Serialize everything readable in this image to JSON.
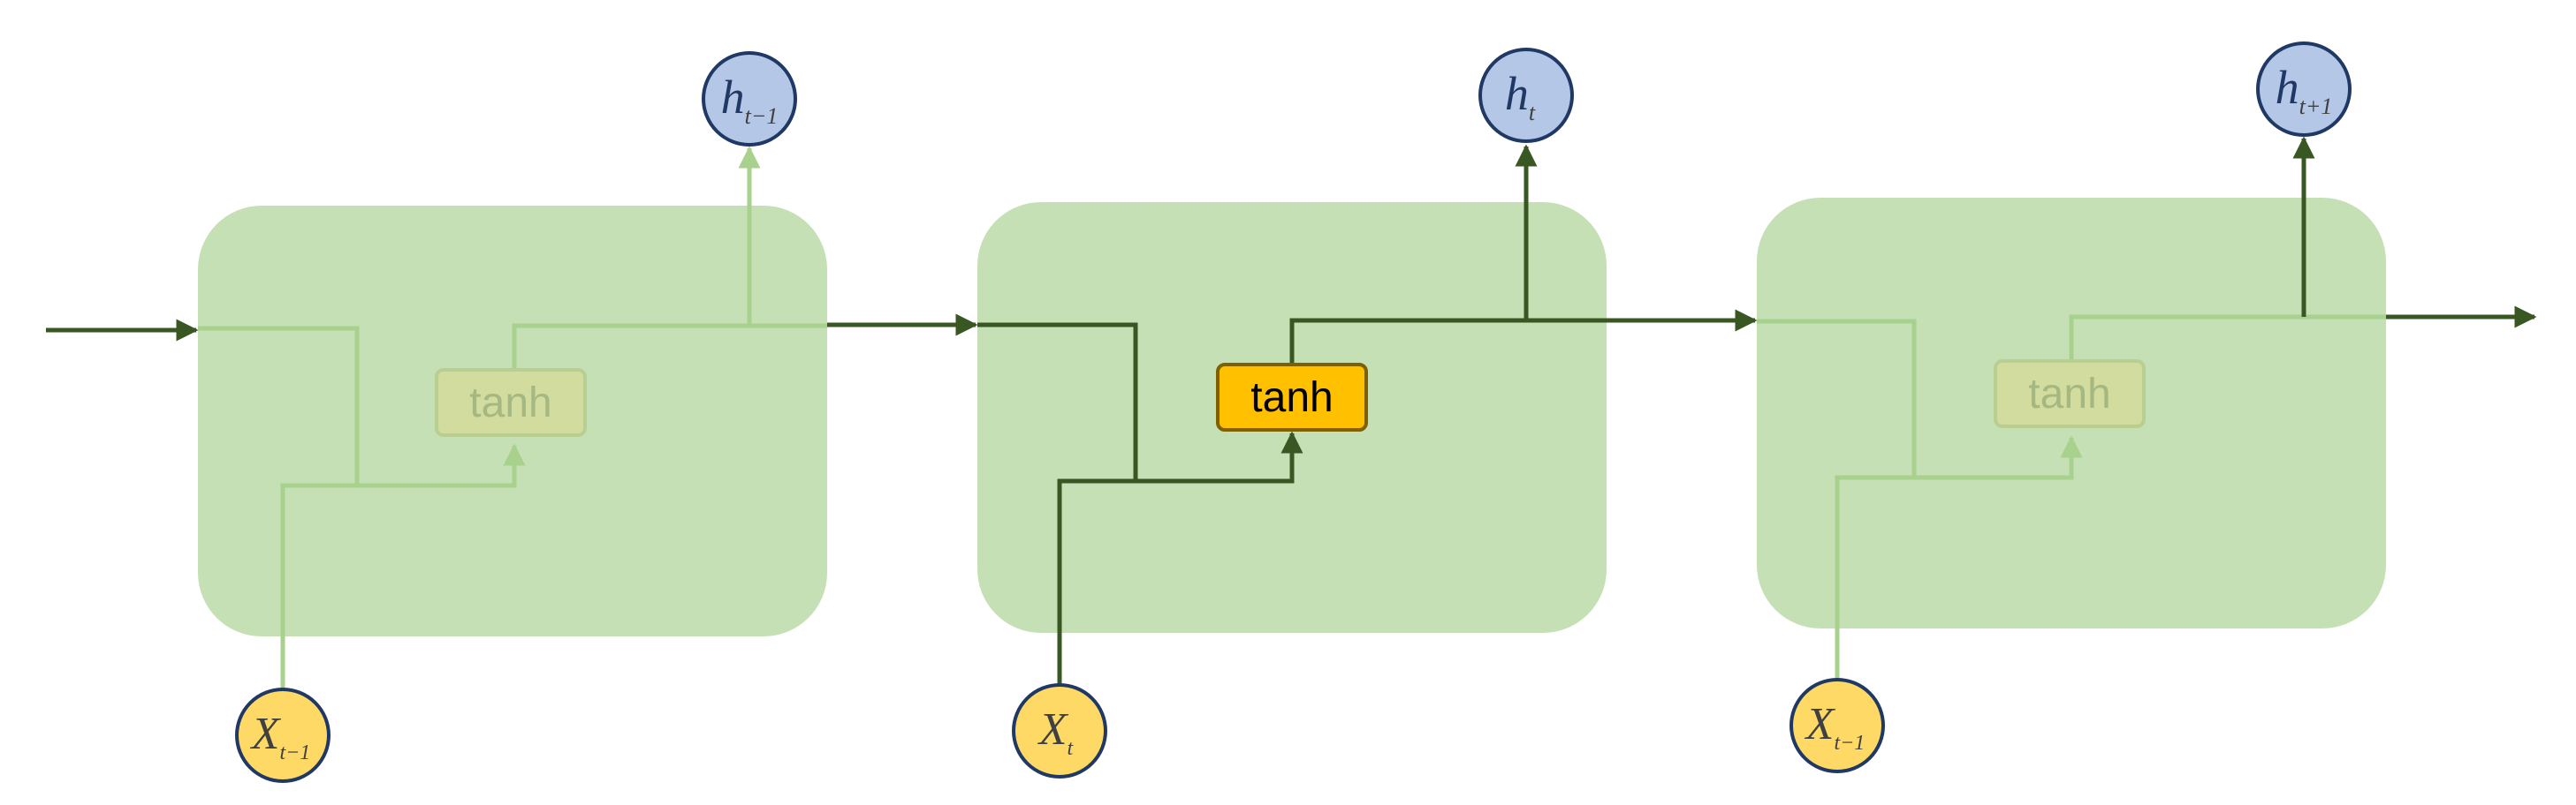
{
  "cells": [
    {
      "id": "cell-prev",
      "active": false,
      "gate_label": "tanh",
      "output": {
        "symbol": "h",
        "subscript": "t−1"
      },
      "input": {
        "symbol": "X",
        "subscript": "t−1"
      }
    },
    {
      "id": "cell-current",
      "active": true,
      "gate_label": "tanh",
      "output": {
        "symbol": "h",
        "subscript": "t"
      },
      "input": {
        "symbol": "X",
        "subscript": "t"
      }
    },
    {
      "id": "cell-next",
      "active": false,
      "gate_label": "tanh",
      "output": {
        "symbol": "h",
        "subscript": "t+1"
      },
      "input": {
        "symbol": "X",
        "subscript": "t−1"
      }
    }
  ],
  "colors": {
    "cell_fill": "#c5e0b4",
    "line_active": "#385723",
    "line_faded": "#a9d18e",
    "tanh_active_fill": "#ffc000",
    "tanh_active_border": "#7f6000",
    "tanh_faded_fill": "#d2dc9e",
    "tanh_faded_text": "#a5b882",
    "output_node_fill": "#b4c7e7",
    "input_node_fill": "#ffd966",
    "node_border": "#203864"
  }
}
